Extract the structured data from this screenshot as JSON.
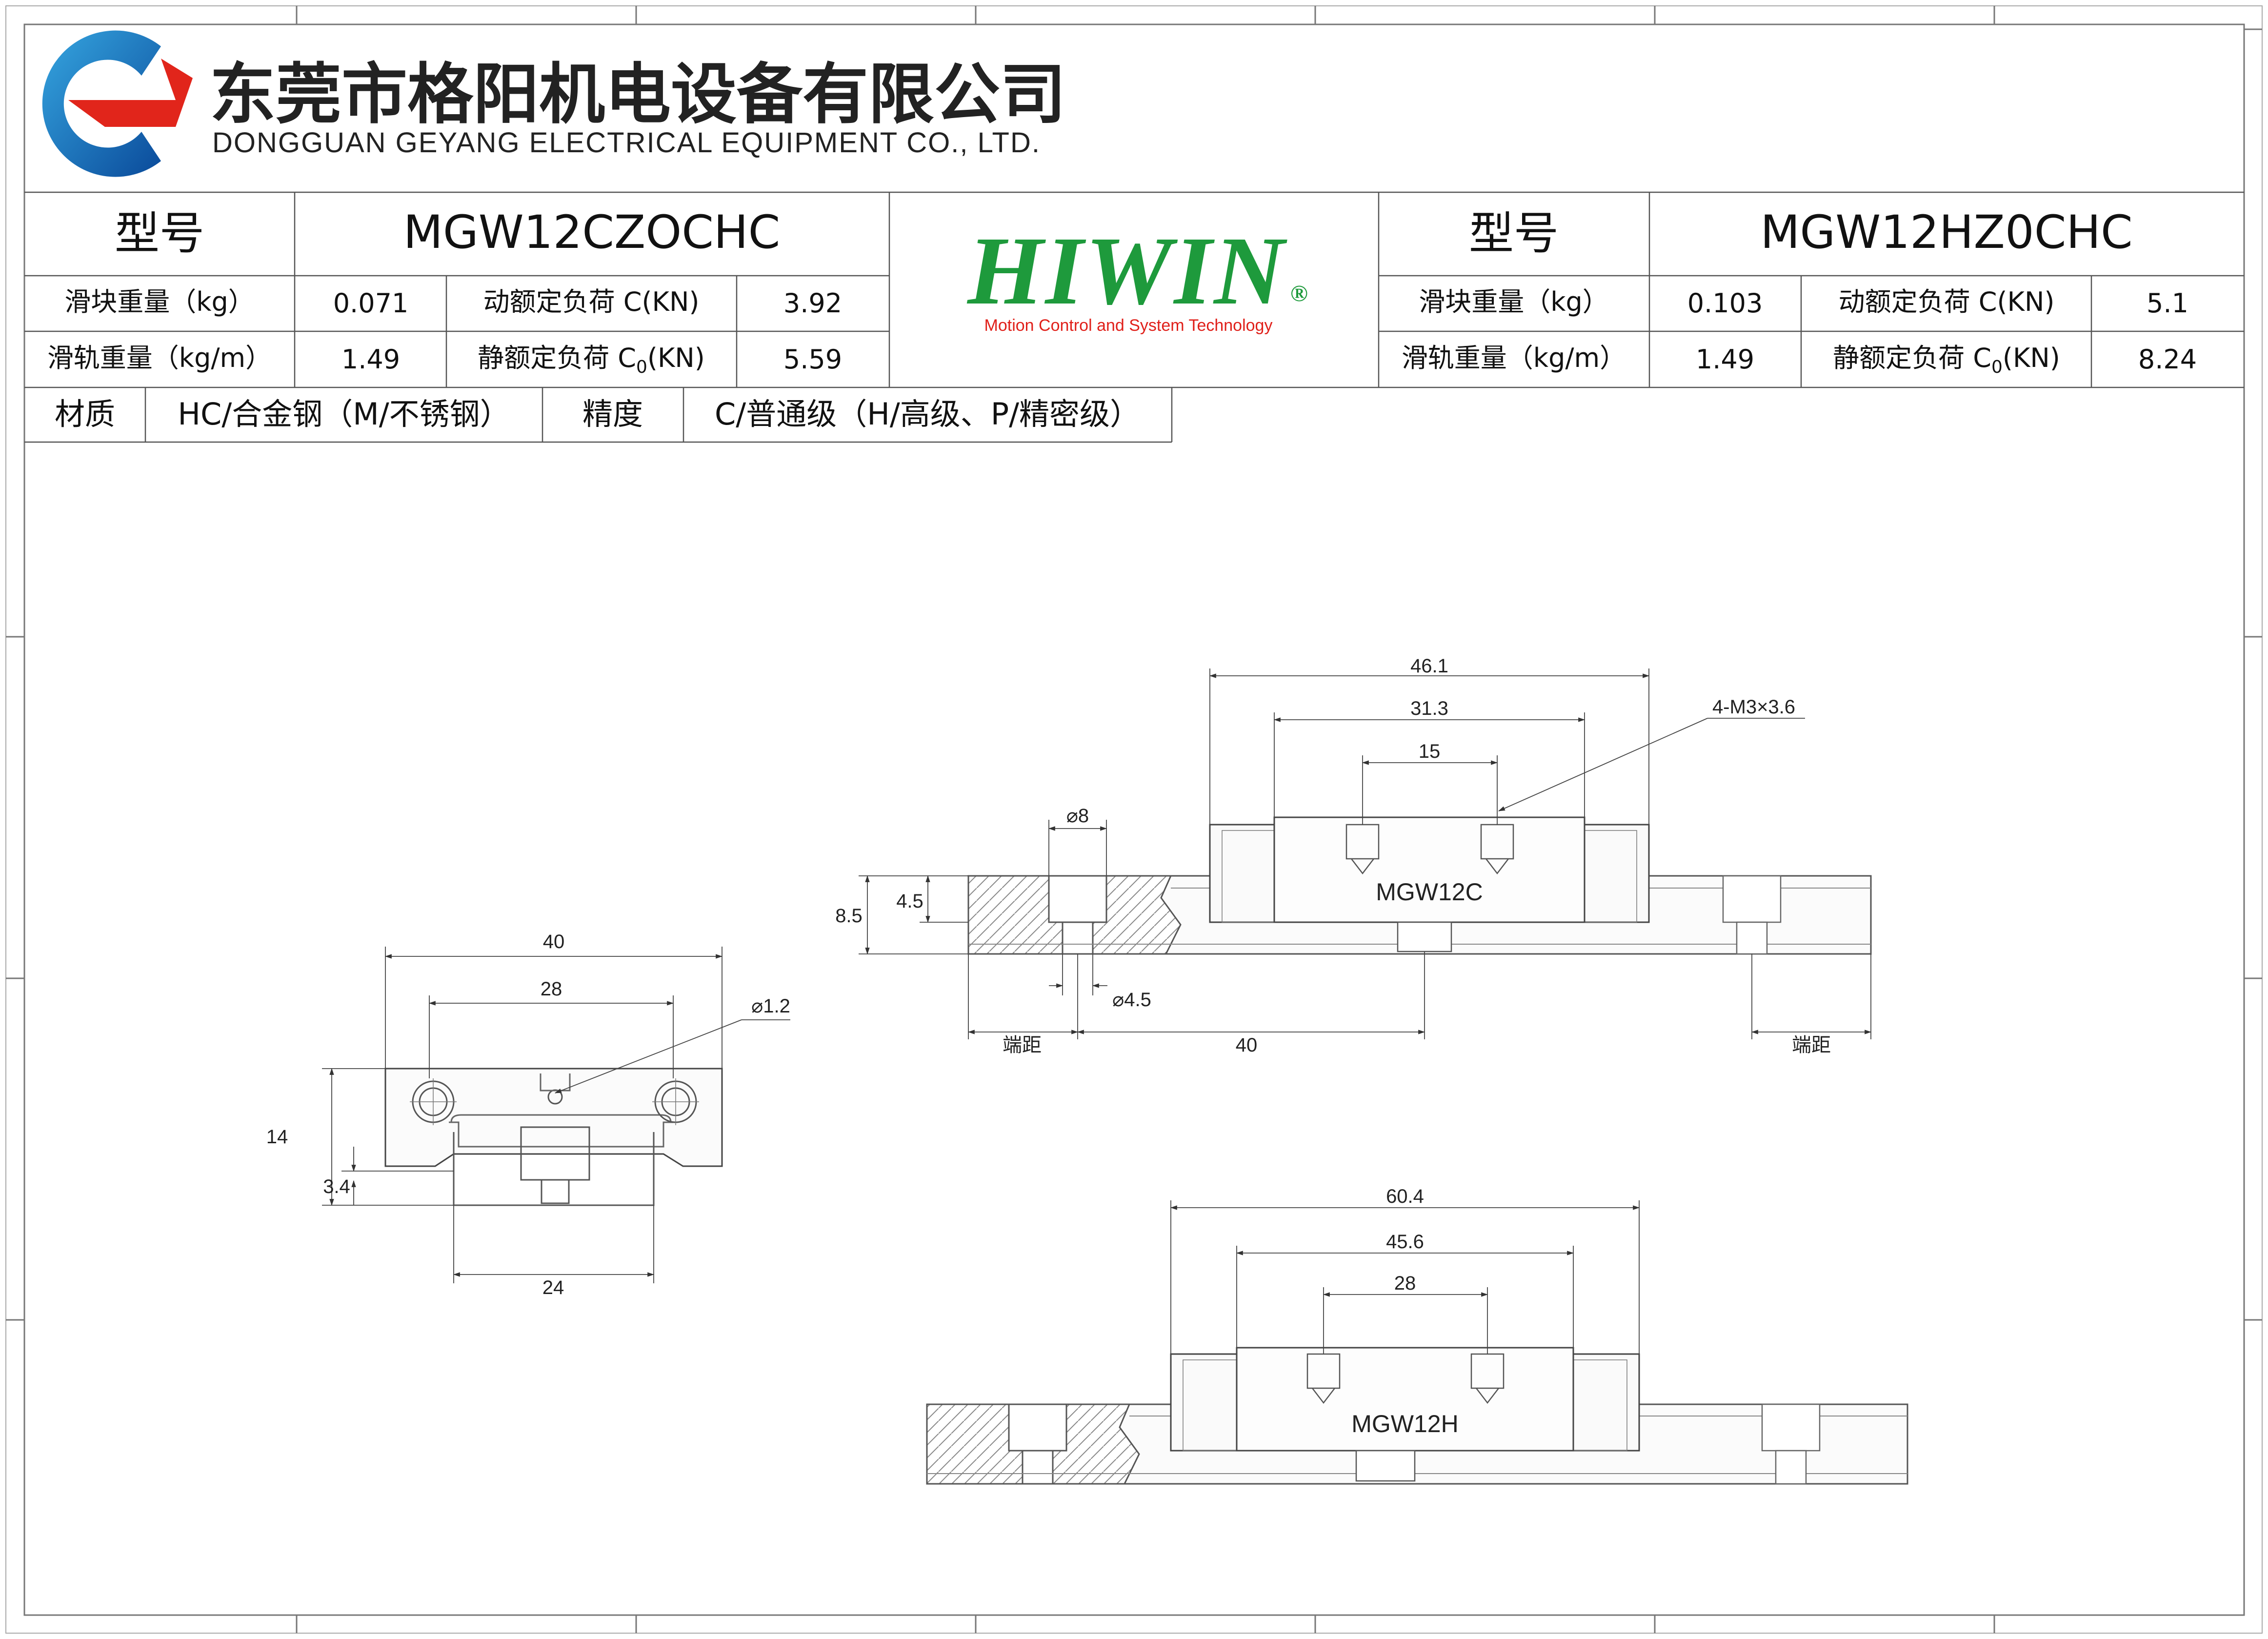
{
  "company": {
    "name_cn": "东莞市格阳机电设备有限公司",
    "name_en": "DONGGUAN GEYANG  ELECTRICAL EQUIPMENT CO., LTD."
  },
  "brand": {
    "name": "HIWIN",
    "registered_mark": "®",
    "tagline": "Motion  Control  and  System  Technology",
    "color": "#1e9a3c",
    "tagline_color": "#e0201a"
  },
  "spec_left": {
    "model_label": "型号",
    "model": "MGW12CZOCHC",
    "block_weight_label": "滑块重量（kg）",
    "block_weight": "0.071",
    "dynamic_load_label": "动额定负荷 C(KN)",
    "dynamic_load": "3.92",
    "rail_weight_label": "滑轨重量（kg/m）",
    "rail_weight": "1.49",
    "static_load_label": "静额定负荷 C",
    "static_load_sub": "0",
    "static_load_unit": "(KN)",
    "static_load": "5.59"
  },
  "spec_right": {
    "model_label": "型号",
    "model": "MGW12HZ0CHC",
    "block_weight_label": "滑块重量（kg）",
    "block_weight": "0.103",
    "dynamic_load_label": "动额定负荷 C(KN)",
    "dynamic_load": "5.1",
    "rail_weight_label": "滑轨重量（kg/m）",
    "rail_weight": "1.49",
    "static_load_label": "静额定负荷 C",
    "static_load_sub": "0",
    "static_load_unit": "(KN)",
    "static_load": "8.24"
  },
  "material": {
    "label": "材质",
    "value": "HC/合金钢（M/不锈钢）",
    "precision_label": "精度",
    "precision_value": "C/普通级（H/高级、P/精密级）"
  },
  "section_view": {
    "dim_top": "40",
    "dim_mid": "28",
    "dim_hole": "⌀1.2",
    "dim_height": "14",
    "dim_rail_gap": "3.4",
    "dim_rail_width": "24"
  },
  "side_view_c": {
    "label": "MGW12C",
    "dim_overall": "46.1",
    "dim_body": "31.3",
    "dim_holes": "15",
    "dim_thread": "4-M3×3.6",
    "dim_cbore": "⌀8",
    "dim_cbore_depth": "4.5",
    "dim_rail_h": "8.5",
    "dim_bolt": "⌀4.5",
    "end_label_left": "端距",
    "dim_pitch": "40",
    "end_label_right": "端距"
  },
  "side_view_h": {
    "label": "MGW12H",
    "dim_overall": "60.4",
    "dim_body": "45.6",
    "dim_holes": "28"
  }
}
